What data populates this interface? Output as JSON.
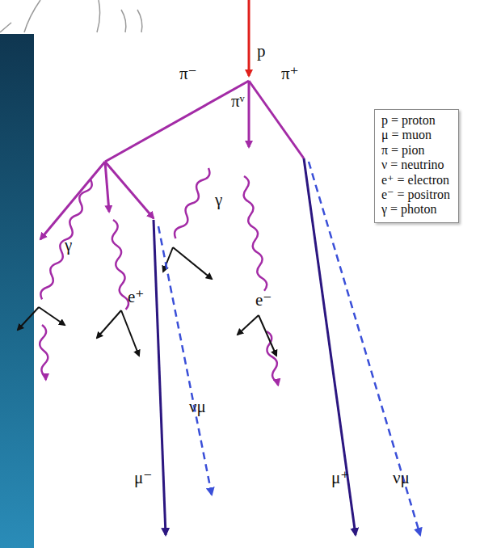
{
  "diagram": {
    "labels": [
      "p",
      "π⁻",
      "π⁺",
      "πᵛ",
      "γ",
      "γ",
      "e⁺",
      "e⁻",
      "νμ",
      "νμ",
      "μ⁻",
      "μ⁺"
    ],
    "legend": [
      {
        "text": "p = proton"
      },
      {
        "text": "μ = muon"
      },
      {
        "text": "π = pion"
      },
      {
        "text": "ν = neutrino"
      },
      {
        "text": "e⁺ = electron"
      },
      {
        "text": "e⁻ = positron"
      },
      {
        "text": "γ = photon"
      }
    ]
  }
}
